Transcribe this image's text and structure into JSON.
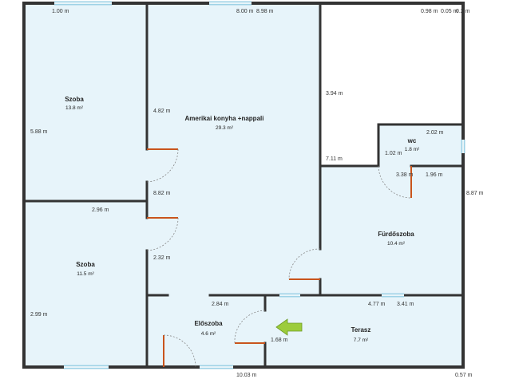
{
  "rooms": [
    {
      "name": "Szoba",
      "area": "13.8 m²"
    },
    {
      "name": "Amerikai konyha +nappali",
      "area": "29.3 m²"
    },
    {
      "name": "wc",
      "area": "1.8 m²"
    },
    {
      "name": "Szoba",
      "area": "11.5 m²"
    },
    {
      "name": "Fürdőszoba",
      "area": "10.4 m²"
    },
    {
      "name": "Előszoba",
      "area": "4.6 m²"
    },
    {
      "name": "Terasz",
      "area": "7.7 m²"
    }
  ],
  "dimensions": [
    "1.00 m",
    "8.00 m",
    "8.98 m",
    "0.98 m",
    "0.05 m",
    "0.2 m",
    "5.88 m",
    "4.82 m",
    "3.94 m",
    "2.02 m",
    "1.02 m",
    "7.11 m",
    "3.38 m",
    "1.96 m",
    "8.87 m",
    "8.82 m",
    "2.96 m",
    "2.32 m",
    "2.99 m",
    "2.84 m",
    "4.77 m",
    "3.41 m",
    "1.68 m",
    "10.03 m",
    "0.57 m"
  ],
  "colors": {
    "wall": "#333333",
    "room_fill": "#e7f4fa",
    "window": "#9fd2e6",
    "door": "#c9541c",
    "entrance_arrow": "#9ccc3c"
  },
  "icons": {
    "entrance": "entrance-arrow-icon"
  }
}
